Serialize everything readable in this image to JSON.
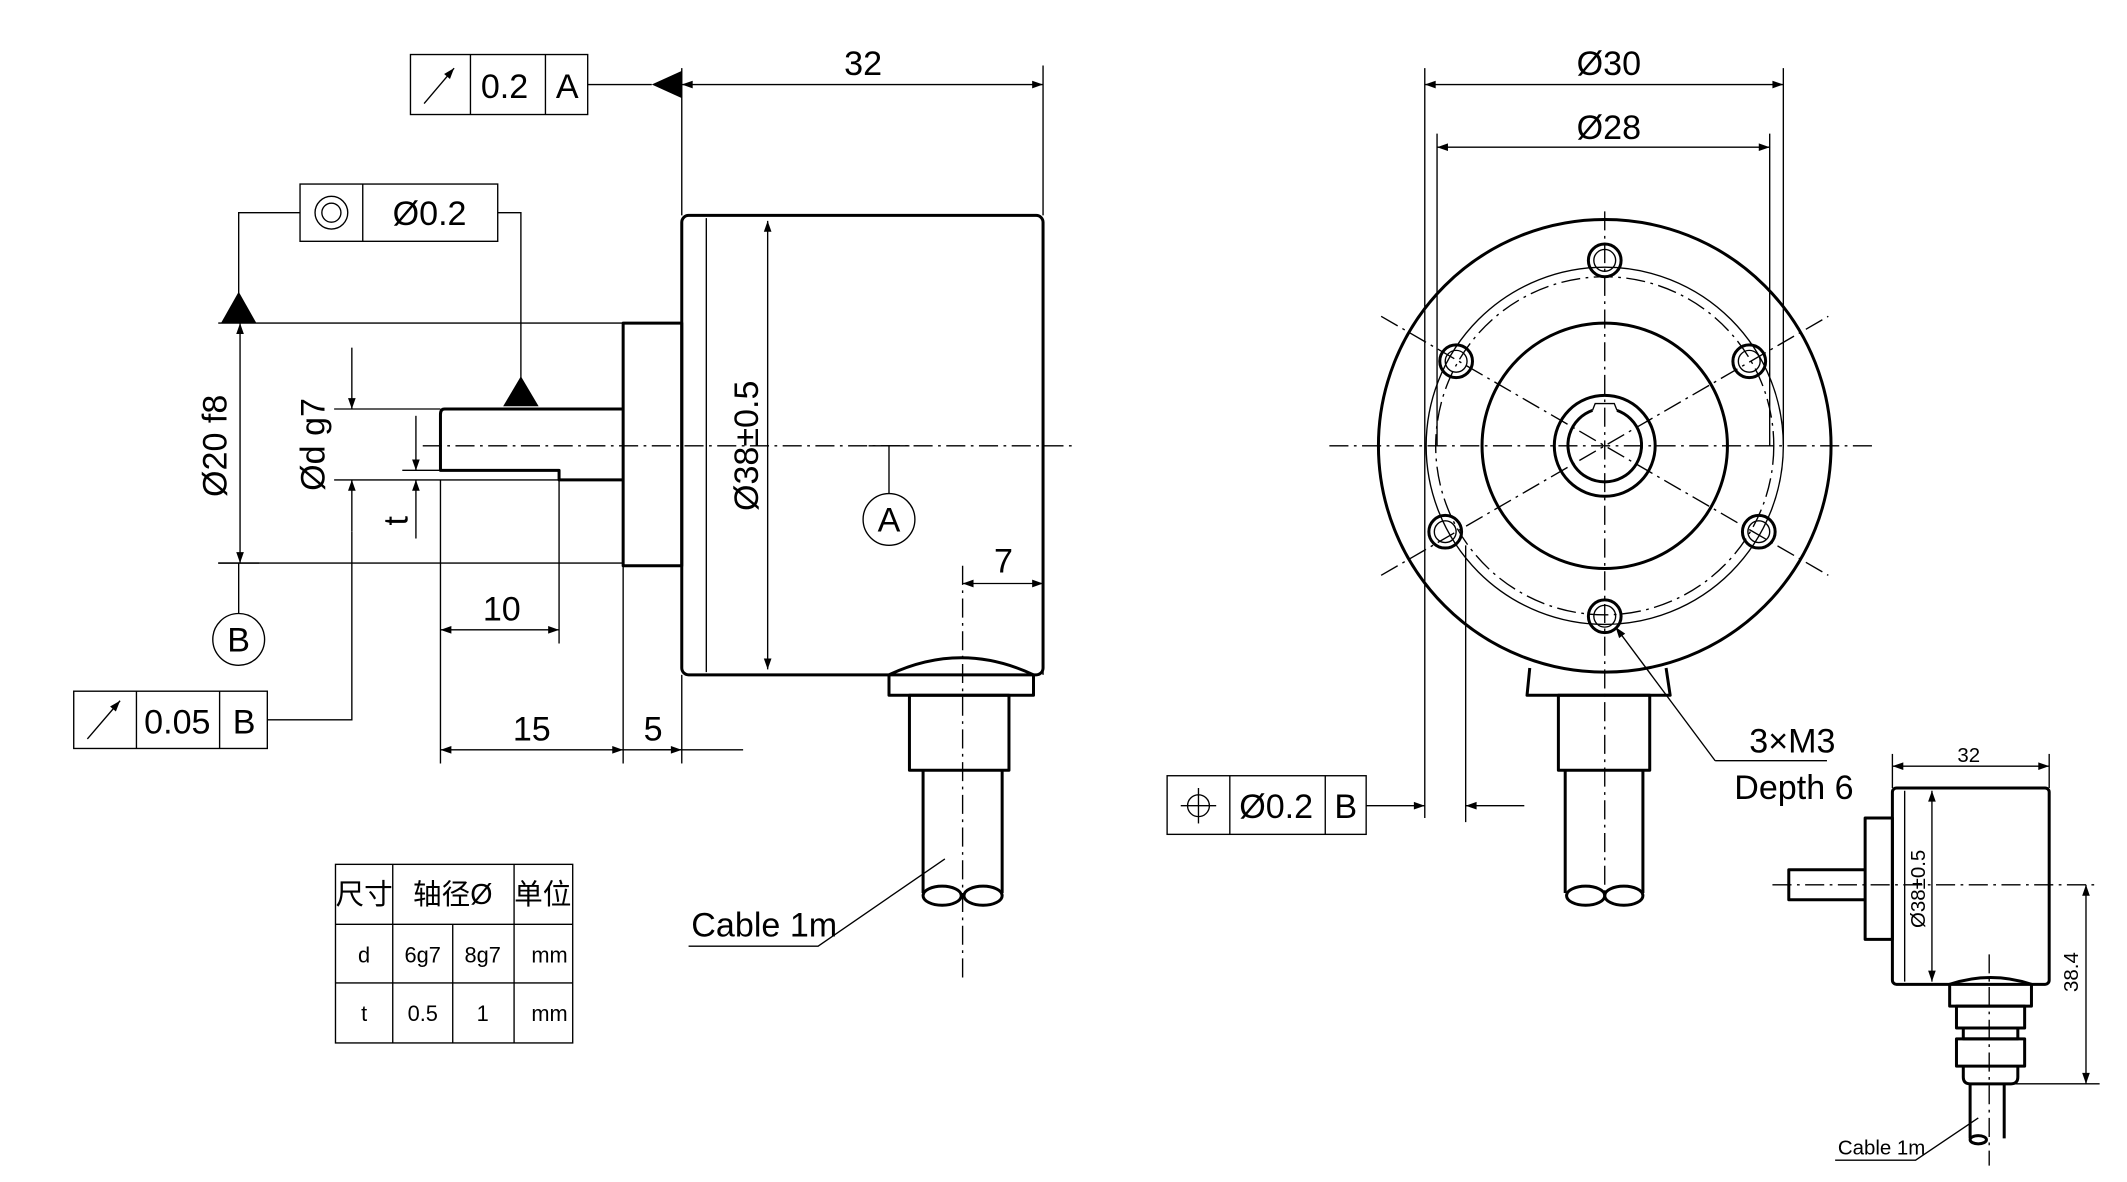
{
  "front_view": {
    "length_dim": "32",
    "body_dia": "Ø38±0.5",
    "flange_dia": "Ø20 f8",
    "shaft_dia": "Ød g7",
    "flat_depth": "t",
    "dim_10": "10",
    "dim_15": "15",
    "dim_5": "5",
    "dim_7": "7",
    "datum_a": "A",
    "datum_b": "B",
    "fcf_runout_a": {
      "tolerance": "0.2",
      "datum": "A"
    },
    "fcf_concentricity": {
      "tolerance": "Ø0.2"
    },
    "fcf_runout_b": {
      "tolerance": "0.05",
      "datum": "B"
    },
    "cable": "Cable 1m"
  },
  "side_view": {
    "outer_dia": "Ø30",
    "pcd_dia": "Ø28",
    "holes": "3×M3",
    "hole_depth": "Depth 6",
    "fcf_position": {
      "tolerance": "Ø0.2",
      "datum": "B"
    }
  },
  "small_view": {
    "length_dim": "32",
    "body_dia": "Ø38±0.5",
    "height_dim": "38.4",
    "cable": "Cable 1m"
  },
  "table": {
    "headers": [
      "尺寸",
      "轴径Ø",
      "单位"
    ],
    "rows": [
      [
        "d",
        "6g7",
        "8g7",
        "mm"
      ],
      [
        "t",
        "0.5",
        "1",
        "mm"
      ]
    ]
  }
}
